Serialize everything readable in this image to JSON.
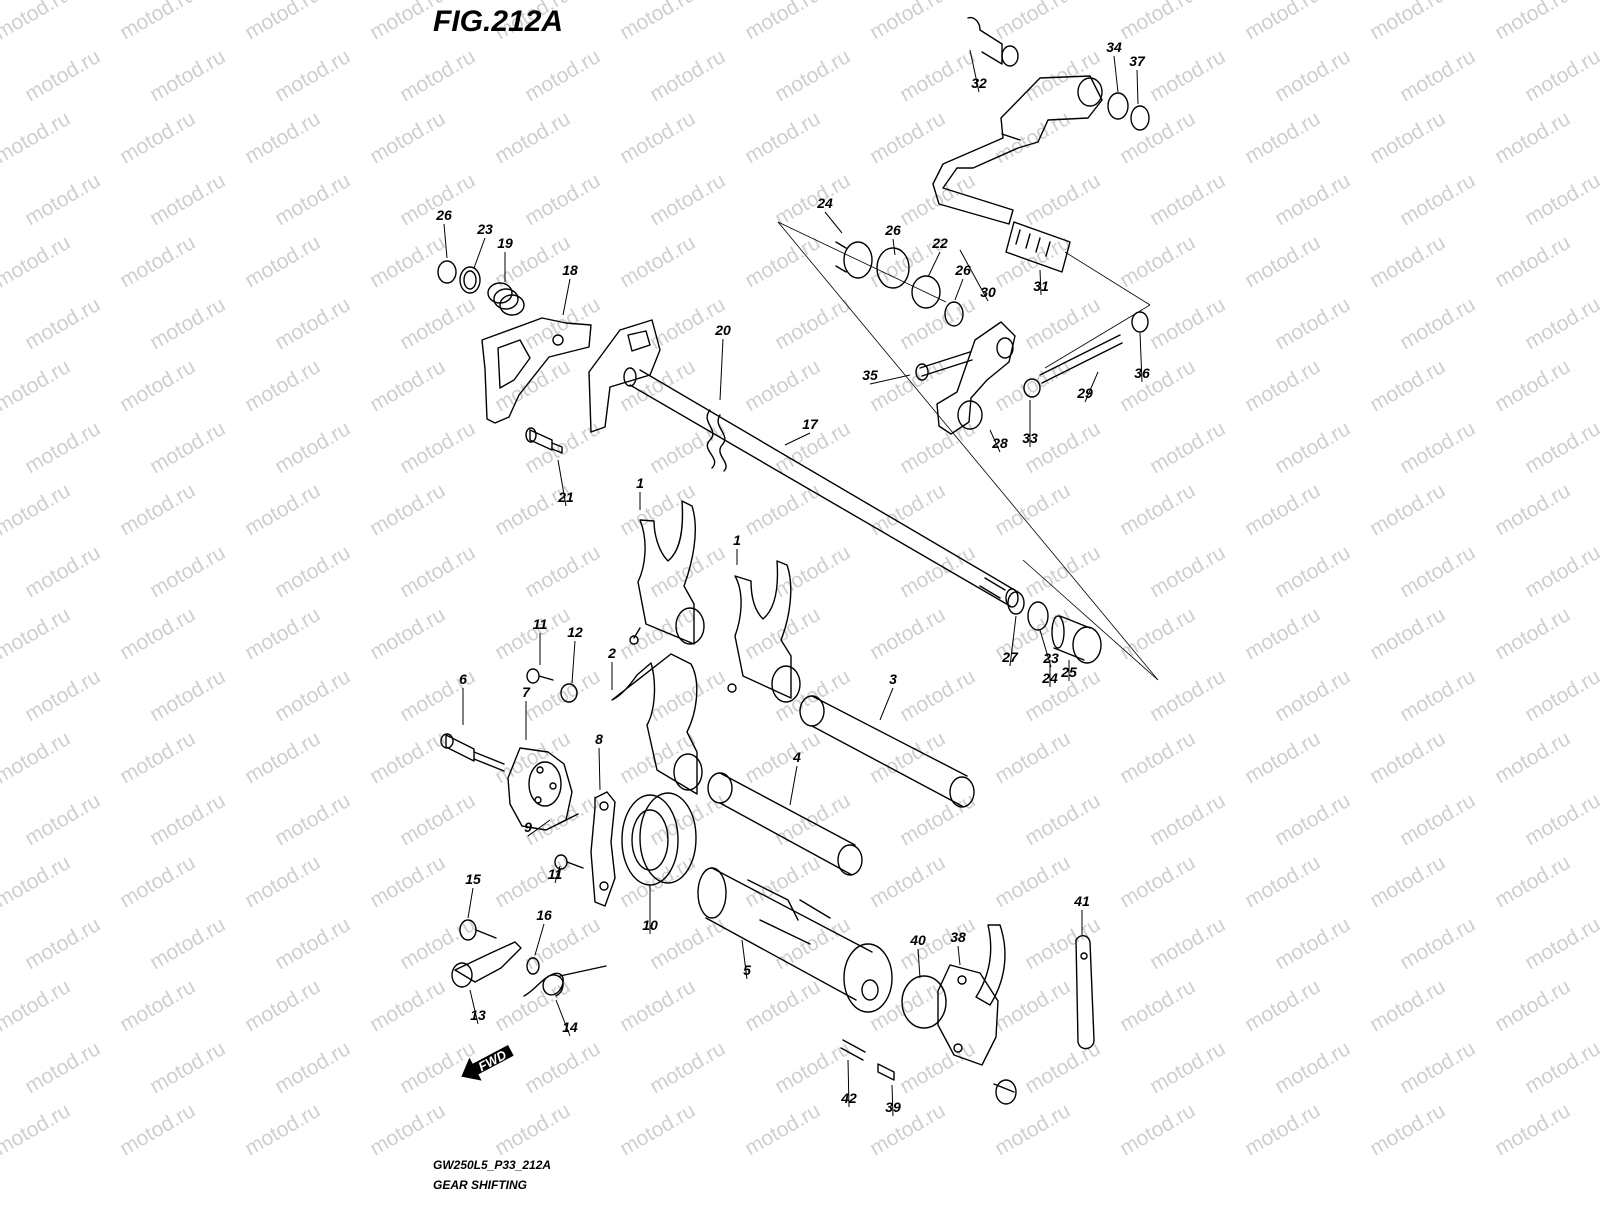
{
  "figure": {
    "title": "FIG.212A",
    "model_code": "GW250L5_P33_212A",
    "subtitle": "GEAR SHIFTING",
    "watermark": "motod.ru",
    "direction_label": "FWD"
  },
  "callouts": [
    "1",
    "1",
    "2",
    "3",
    "4",
    "5",
    "6",
    "7",
    "8",
    "9",
    "10",
    "11",
    "11",
    "12",
    "13",
    "14",
    "15",
    "16",
    "17",
    "18",
    "19",
    "20",
    "21",
    "22",
    "23",
    "23",
    "24",
    "24",
    "25",
    "26",
    "26",
    "26",
    "27",
    "28",
    "29",
    "30",
    "31",
    "32",
    "33",
    "34",
    "35",
    "36",
    "37",
    "38",
    "39",
    "40",
    "41",
    "42"
  ],
  "colors": {
    "line": "#000000",
    "watermark": "#cfcfcf",
    "background": "#ffffff"
  }
}
